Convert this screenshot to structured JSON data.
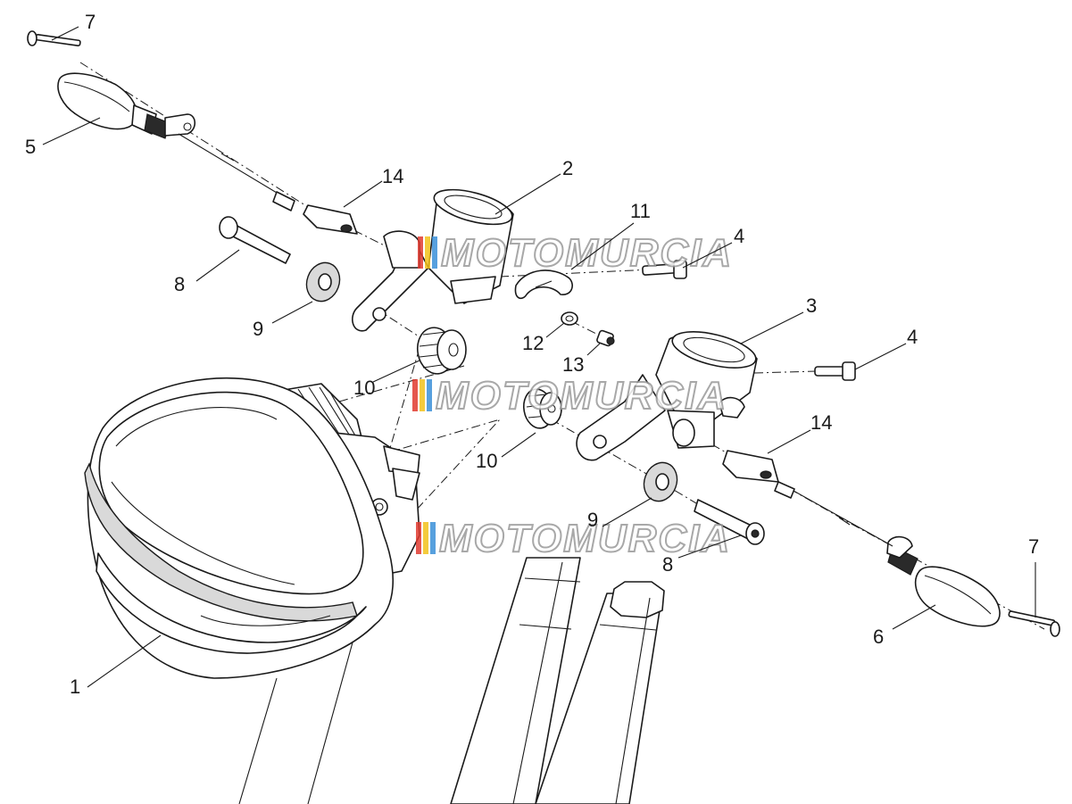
{
  "diagram": {
    "type": "exploded-parts-diagram",
    "callouts": [
      {
        "id": "c1",
        "text": "1"
      },
      {
        "id": "c2",
        "text": "2"
      },
      {
        "id": "c3",
        "text": "3"
      },
      {
        "id": "c4a",
        "text": "4"
      },
      {
        "id": "c4b",
        "text": "4"
      },
      {
        "id": "c5",
        "text": "5"
      },
      {
        "id": "c6",
        "text": "6"
      },
      {
        "id": "c7a",
        "text": "7"
      },
      {
        "id": "c7b",
        "text": "7"
      },
      {
        "id": "c8a",
        "text": "8"
      },
      {
        "id": "c8b",
        "text": "8"
      },
      {
        "id": "c9a",
        "text": "9"
      },
      {
        "id": "c9b",
        "text": "9"
      },
      {
        "id": "c10a",
        "text": "10"
      },
      {
        "id": "c10b",
        "text": "10"
      },
      {
        "id": "c11",
        "text": "11"
      },
      {
        "id": "c12",
        "text": "12"
      },
      {
        "id": "c13",
        "text": "13"
      },
      {
        "id": "c14a",
        "text": "14"
      },
      {
        "id": "c14b",
        "text": "14"
      }
    ]
  },
  "watermark": {
    "text": "MOTOMURCIA",
    "stripe_colors": [
      "#e03a2f",
      "#f2c21b",
      "#3a8fd8",
      "#9a9a9a"
    ]
  }
}
